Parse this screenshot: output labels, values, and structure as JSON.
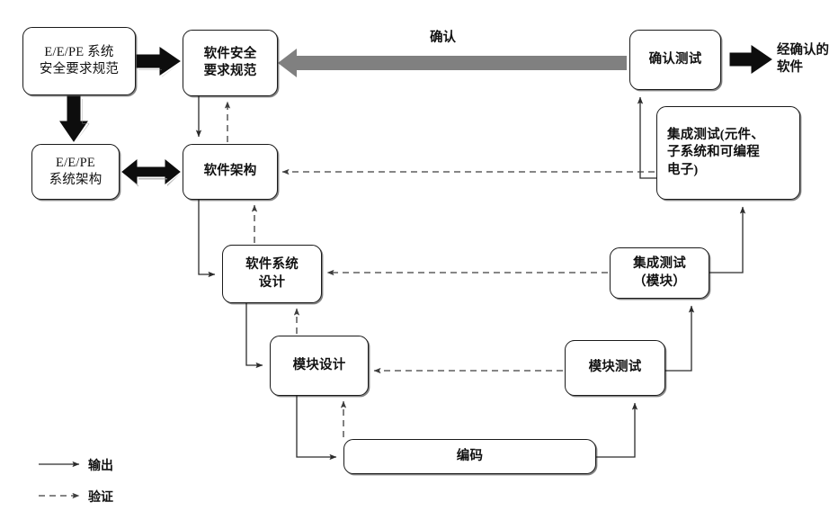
{
  "diagram": {
    "title_note": "software-safety-lifecycle-v-model",
    "colors": {
      "node_border": "#1a1a1a",
      "node_fill": "#ffffff",
      "output_arrow": "#3a3a3a",
      "verify_arrow": "#555555",
      "bold_arrow": "#0d0d0d",
      "validation_arrow": "#808080"
    },
    "nodes": [
      {
        "id": "eepe_req",
        "label": "E/E/PE 系统\n安全要求规范",
        "script": "latin"
      },
      {
        "id": "sw_safety_req",
        "label": "软件安全\n要求规范",
        "script": "cjk"
      },
      {
        "id": "eepe_arch",
        "label": "E/E/PE\n系统架构",
        "script": "latin"
      },
      {
        "id": "sw_arch",
        "label": "软件架构",
        "script": "cjk"
      },
      {
        "id": "sw_sys_design",
        "label": "软件系统\n设计",
        "script": "cjk"
      },
      {
        "id": "module_design",
        "label": "模块设计",
        "script": "cjk"
      },
      {
        "id": "coding",
        "label": "编码",
        "script": "cjk"
      },
      {
        "id": "module_test",
        "label": "模块测试",
        "script": "cjk"
      },
      {
        "id": "integration_test_module",
        "label": "集成测试\n（模块）",
        "script": "cjk"
      },
      {
        "id": "integration_test_full",
        "label": "集成测试(元件、\n子系统和可编程\n电子)",
        "script": "cjk"
      },
      {
        "id": "validation_test",
        "label": "确认测试",
        "script": "cjk"
      }
    ],
    "annotations": {
      "validation_arrow_label": "确认",
      "validated_software_label": "经确认的\n软件"
    },
    "legend": {
      "items": [
        {
          "id": "output",
          "label": "输出",
          "style": "solid"
        },
        {
          "id": "verification",
          "label": "验证",
          "style": "dashed"
        }
      ]
    }
  }
}
